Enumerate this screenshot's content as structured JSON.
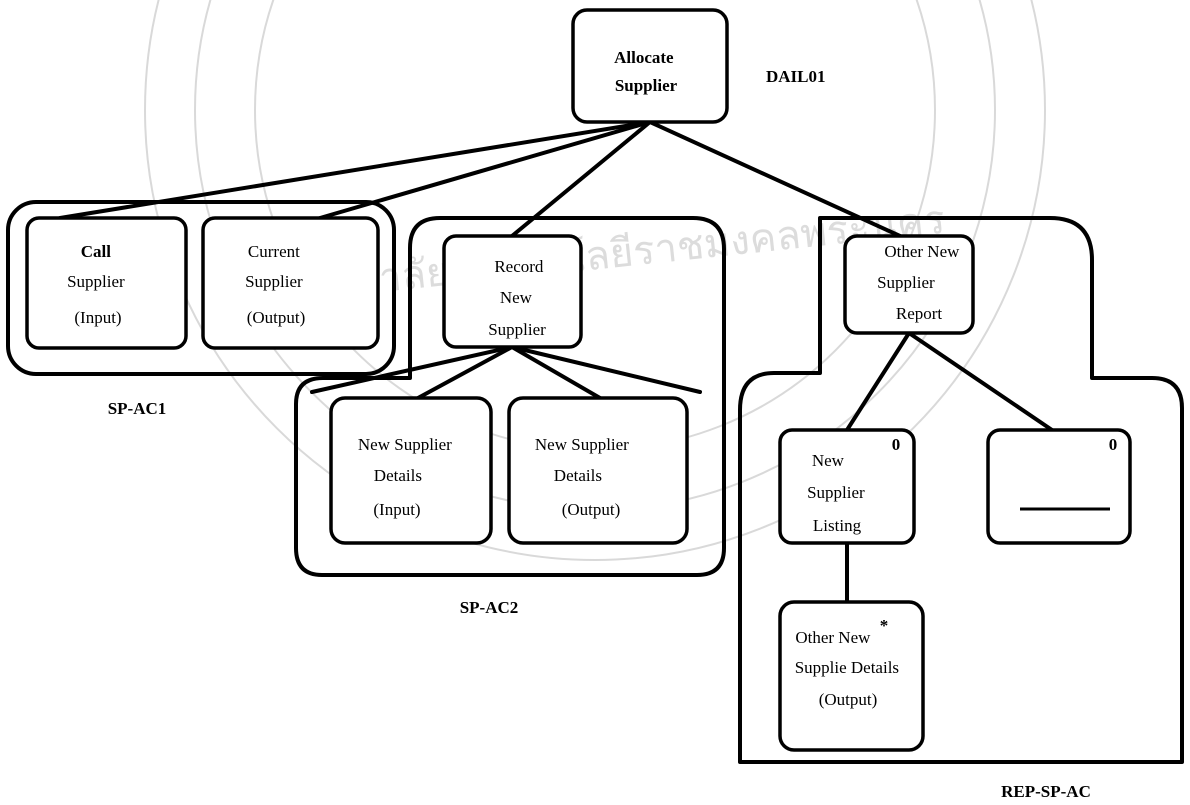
{
  "nodes": {
    "allocate_supplier": [
      "Allocate",
      "Supplier"
    ],
    "call_supplier": [
      "Call",
      "Supplier",
      "(Input)"
    ],
    "current_supplier": [
      "Current",
      "Supplier",
      "(Output)"
    ],
    "record_new_supplier": [
      "Record",
      "New",
      "Supplier"
    ],
    "new_supplier_details_input": [
      "New Supplier",
      "Details",
      "(Input)"
    ],
    "new_supplier_details_output": [
      "New Supplier",
      "Details",
      "(Output)"
    ],
    "other_new_supplier_report": [
      "Other New",
      "Supplier",
      "Report"
    ],
    "new_supplier_listing": [
      "New",
      "Supplier",
      "Listing"
    ],
    "other_new_supplie_details": [
      "Other New",
      "Supplie Details",
      "(Output)"
    ]
  },
  "markers": {
    "listing_selection": "0",
    "blank_selection": "0",
    "iteration": "*"
  },
  "labels": {
    "dail01": "DAIL01",
    "sp_ac1": "SP-AC1",
    "sp_ac2": "SP-AC2",
    "rep_sp_ac": "REP-SP-AC"
  }
}
